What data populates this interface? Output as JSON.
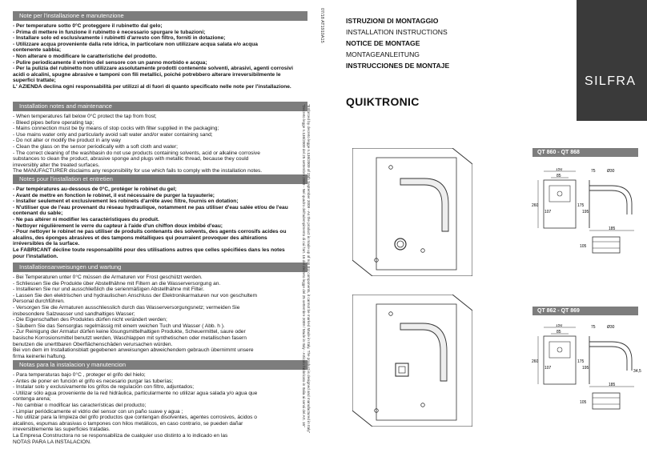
{
  "sections": [
    {
      "header": "Note per l'installazione e manutenzione",
      "bold": true,
      "lines": [
        "- Per temperature sotto 0°C proteggere il rubinetto dal gelo;",
        "- Prima di mettere in funzione il rubinetto è necessario spurgare le tubazioni;",
        "- Installare solo ed esclusivamente i rubinetti d'arresto con filtro, forniti in dotazione;",
        "- Utilizzare acqua proveniente dalla rete idrica, in particolare non utilizzare acqua salata e/o acqua",
        "  contenente sabbia;",
        "- Non alterare o modificare le caratteristiche del prodotto.",
        "- Pulire periodicamente il vetrino del sensore con un panno morbido e acqua;",
        "- Per la pulizia del rubinetto non utilizzare assolutamente prodotti contenente solventi, abrasivi, agenti corrosivi",
        "  acidi o alcalini, spugne abrasive e tamponi con fili metallici, poiché potrebbero alterare irreversibilmente le",
        "  superfici trattate;",
        "L' AZIENDA declina ogni responsabilità per utilizzi al di fuori di quanto specificato nelle note per l'installazione."
      ]
    },
    {
      "header": "Installation notes and maintenance",
      "bold": false,
      "lines": [
        "- When temperatures fall below 0°C protect the tap from frost;",
        "- Bleed pipes before operating tap;",
        "- Mains connection must be by means of stop cocks with filter supplied in the packaging;",
        "- Use mains water only and particularly avoid salt water and/or water containing sand;",
        "- Do not alter or modify the product in any way",
        "- Clean the glass on the sensor periodically with a soft cloth and water;",
        "- The correct cleaning of the washbasin do not use products containing solvents, acid or alkaline corrosive",
        "  substances to clean the product, abrasive sponge and plugs with metallic thread, because they could",
        "  irreversibly alter the treated surfaces.",
        "The MANUFACTURER disclaims any responsibility for use which fails to comply with the installation notes."
      ]
    },
    {
      "header": "Notes pour l'installation et entretien",
      "bold": true,
      "lines": [
        "- Par températures au-dessous de 0°C, protéger le robinet du gel;",
        "- Avant de mettre en fonction le robinet, il est nécessaire de purger la tuyauterie;",
        "- Installer seulement et exclusivement les robinets d'arrête avec filtre, fournis en dotation;",
        "- N'utiliser que de l'eau provenant du réseau hydraulique, notamment ne pas utiliser d'eau salée et/ou de l'eau",
        "  contenant du sable;",
        "- Ne pas altérer ni modifier les caractéristiques du produit.",
        "- Nettoyer régulièrement le verre du capteur à l'aide d'un chiffon doux imbibé d'eau;",
        "- Pour nettoyer le robinet ne pas utiliser de produits contenants des solvents, des agents corrosifs acides ou",
        "  alcalins, des éponges abrasives et des tampons métalliques qui pourraient provoquer des altérations",
        "  irréversibles de la surface.",
        "Le FABRICANT décline toute responsabilité pour des utilisations autres que celles spécifiées dans les notes",
        "pour l'installation."
      ]
    },
    {
      "header": "Installationsanweisungen und wartung",
      "bold": false,
      "lines": [
        "- Bei Temperaturen unter 0°C müssen die Armaturen vor Frost geschützt werden.",
        "- Schliessen Sie die Produkte über Abstellhähne mit Filtern an die Wasserversorgung an.",
        "- Installieren Sie nur und ausschließlich die serienmäßigen Abstellhähne mit Filter.",
        "- Lassen Sie den elektrischen und hydraulischen Anschluss der Elektronikarmaturen nur von geschultem",
        "  Personal durchführen.",
        "- Versorgen Sie die Armaturen ausschliesslich durch das Wasserversorgungsnetz; vermeiden Sie",
        "  insbesondere Salzwasser und sandhaltiges Wasser;",
        "- Die Eigenschaften des Produktes dürfen nicht verändert werden;",
        "- Säubern Sie das Sensorglas regelmässig mit einem weichen Tuch und Wasser ( Abb. h ).",
        "- Zur Reinigung der Armatur dürfen keine lösungsmittelhaltigen Produkte, Scheuermittel, saure oder",
        "  basische Korrosionsmittel benutzt werden, Waschlappen mit synthetischen oder metallischen fasern",
        "  benutzen die unerttbaren Oberflächenschäden verursachen würden.",
        "Bei von dem im Installationsblatt gegebenen anweisungen abweichendem gebrauch übernimmt unsere",
        "firma keinerlei haftung."
      ]
    },
    {
      "header": "Notas para la instalacion y manutencion",
      "bold": false,
      "lines": [
        "- Para temperaturas bajo 0°C , proteger el grifo del hielo;",
        "- Antes de poner en función el grifo es necesario purgar las tuberías;",
        "- Instalar solo y exclusivamente los grifos de regulación con filtro, adjuntados;",
        "- Utilizar sólo agua proveniente de la red hidráulica, particularmente no utilizar agua salada y/o agua que",
        "  contenga arena;",
        "- No cambiar o modificar las características del producto;",
        "- Limpiar periódicamente el vidrio del sensor con un paño suave y agua ;",
        "- No utilizar para la limpieza del grifo productos que contengan disolventes, agentes corrosivos, ácidos o",
        "  alcalinos, espumas abrasivas o tampones con hilos metálicos, en caso contrario, se pueden dañar",
        "  irreversiblemente las superficies tratadas.",
        "La Empresa Constructora no se responsabiliza de cualquier uso distinto a lo indicado en las",
        "NOTAS PARA LA INSTALACION."
      ]
    }
  ],
  "doc_code": "07/18   AT1910A15",
  "vertical_notes": [
    "\"Decreto legge n.136/2009 del 25 settembre 2009 - Nel quadro dell'adempimento di cui l'art. 16 del decreto legge del 25 settembre 2009 / Made in Italy - Articolo fabbricato in Italia ai sensi del Art. 16\"",
    "\"Enforced by decreto legge n.136/2009 of 25th September 2009 - As the product is made up of non EU components, it cannot be marked Made in Italy. The product is designed and manufactured in Italy\""
  ],
  "titles": {
    "it": "ISTRUZIONI DI MONTAGGIO",
    "en": "INSTALLATION INSTRUCTIONS",
    "fr": "NOTICE DE MONTAGE",
    "de": "MONTAGEANLEITUNG",
    "es": "INSTRUCCIONES DE MONTAJE"
  },
  "brand": "SILFRA",
  "product": "QUIKTRONIC",
  "models": [
    {
      "tag": "QT 860 - QT 868",
      "dims": {
        "w150": "150",
        "w85": "85",
        "h260": "260",
        "h107": "107",
        "h175": "175",
        "h195": "195",
        "d75": "75",
        "d30": "Ø30",
        "d185": "185",
        "d105": "105"
      }
    },
    {
      "tag": "QT 862 - QT 869",
      "dims": {
        "w150": "150",
        "w85": "85",
        "h260": "260",
        "h107": "107",
        "h175": "175",
        "h195": "195",
        "d75": "75",
        "d30": "Ø30",
        "d185": "185",
        "d105": "105",
        "d345": "34,5"
      }
    }
  ]
}
